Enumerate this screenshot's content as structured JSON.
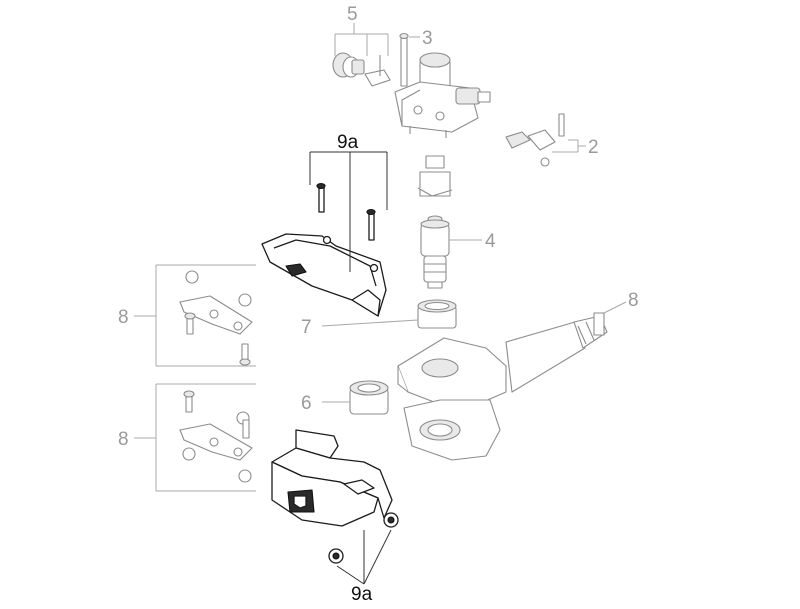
{
  "callouts": {
    "c1": "5",
    "c2": "3",
    "c3": "2",
    "c4": "9a",
    "c5": "4",
    "c6": "8",
    "c7": "8",
    "c8": "7",
    "c9": "6",
    "c10": "8",
    "c11": "9a"
  },
  "colors": {
    "highlighted_parts": "#1c1c1c",
    "context_parts": "#8c8c8c",
    "callout_text_grey": "#9a9a9a",
    "callout_text_dark": "#111111"
  }
}
